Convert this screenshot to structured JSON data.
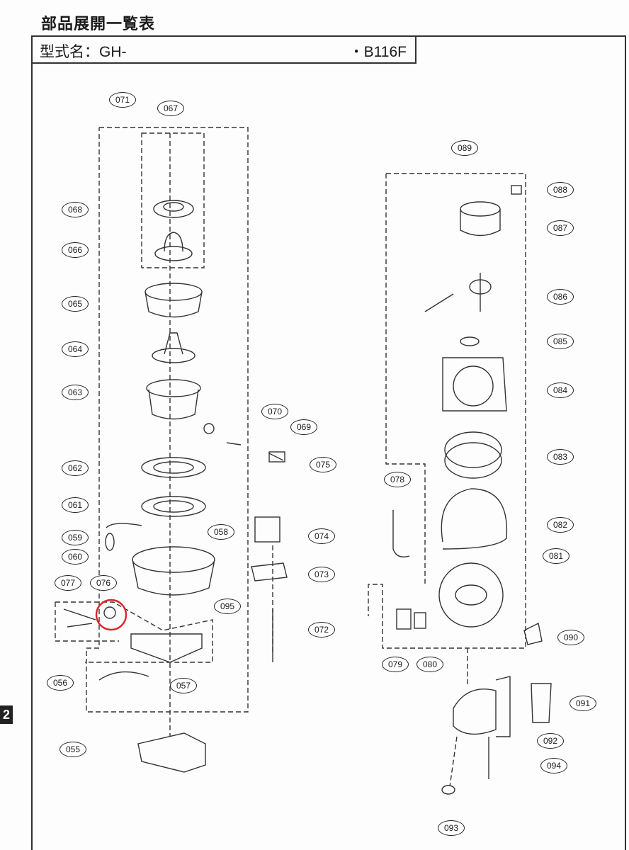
{
  "header": {
    "title": "部品展開一覧表",
    "model_label": "型式名：GH-",
    "model_suffix": "・B116F"
  },
  "page_marker": "2",
  "parts_left": [
    "071",
    "067",
    "068",
    "066",
    "065",
    "064",
    "063",
    "070",
    "069",
    "075",
    "062",
    "061",
    "059",
    "060",
    "058",
    "074",
    "073",
    "077",
    "076",
    "095",
    "072",
    "056",
    "057",
    "055"
  ],
  "parts_right": [
    "089",
    "088",
    "087",
    "086",
    "085",
    "084",
    "083",
    "078",
    "082",
    "081",
    "090",
    "079",
    "080",
    "091",
    "092",
    "094",
    "093"
  ],
  "highlight": {
    "part": "076",
    "color": "#d9252a"
  }
}
